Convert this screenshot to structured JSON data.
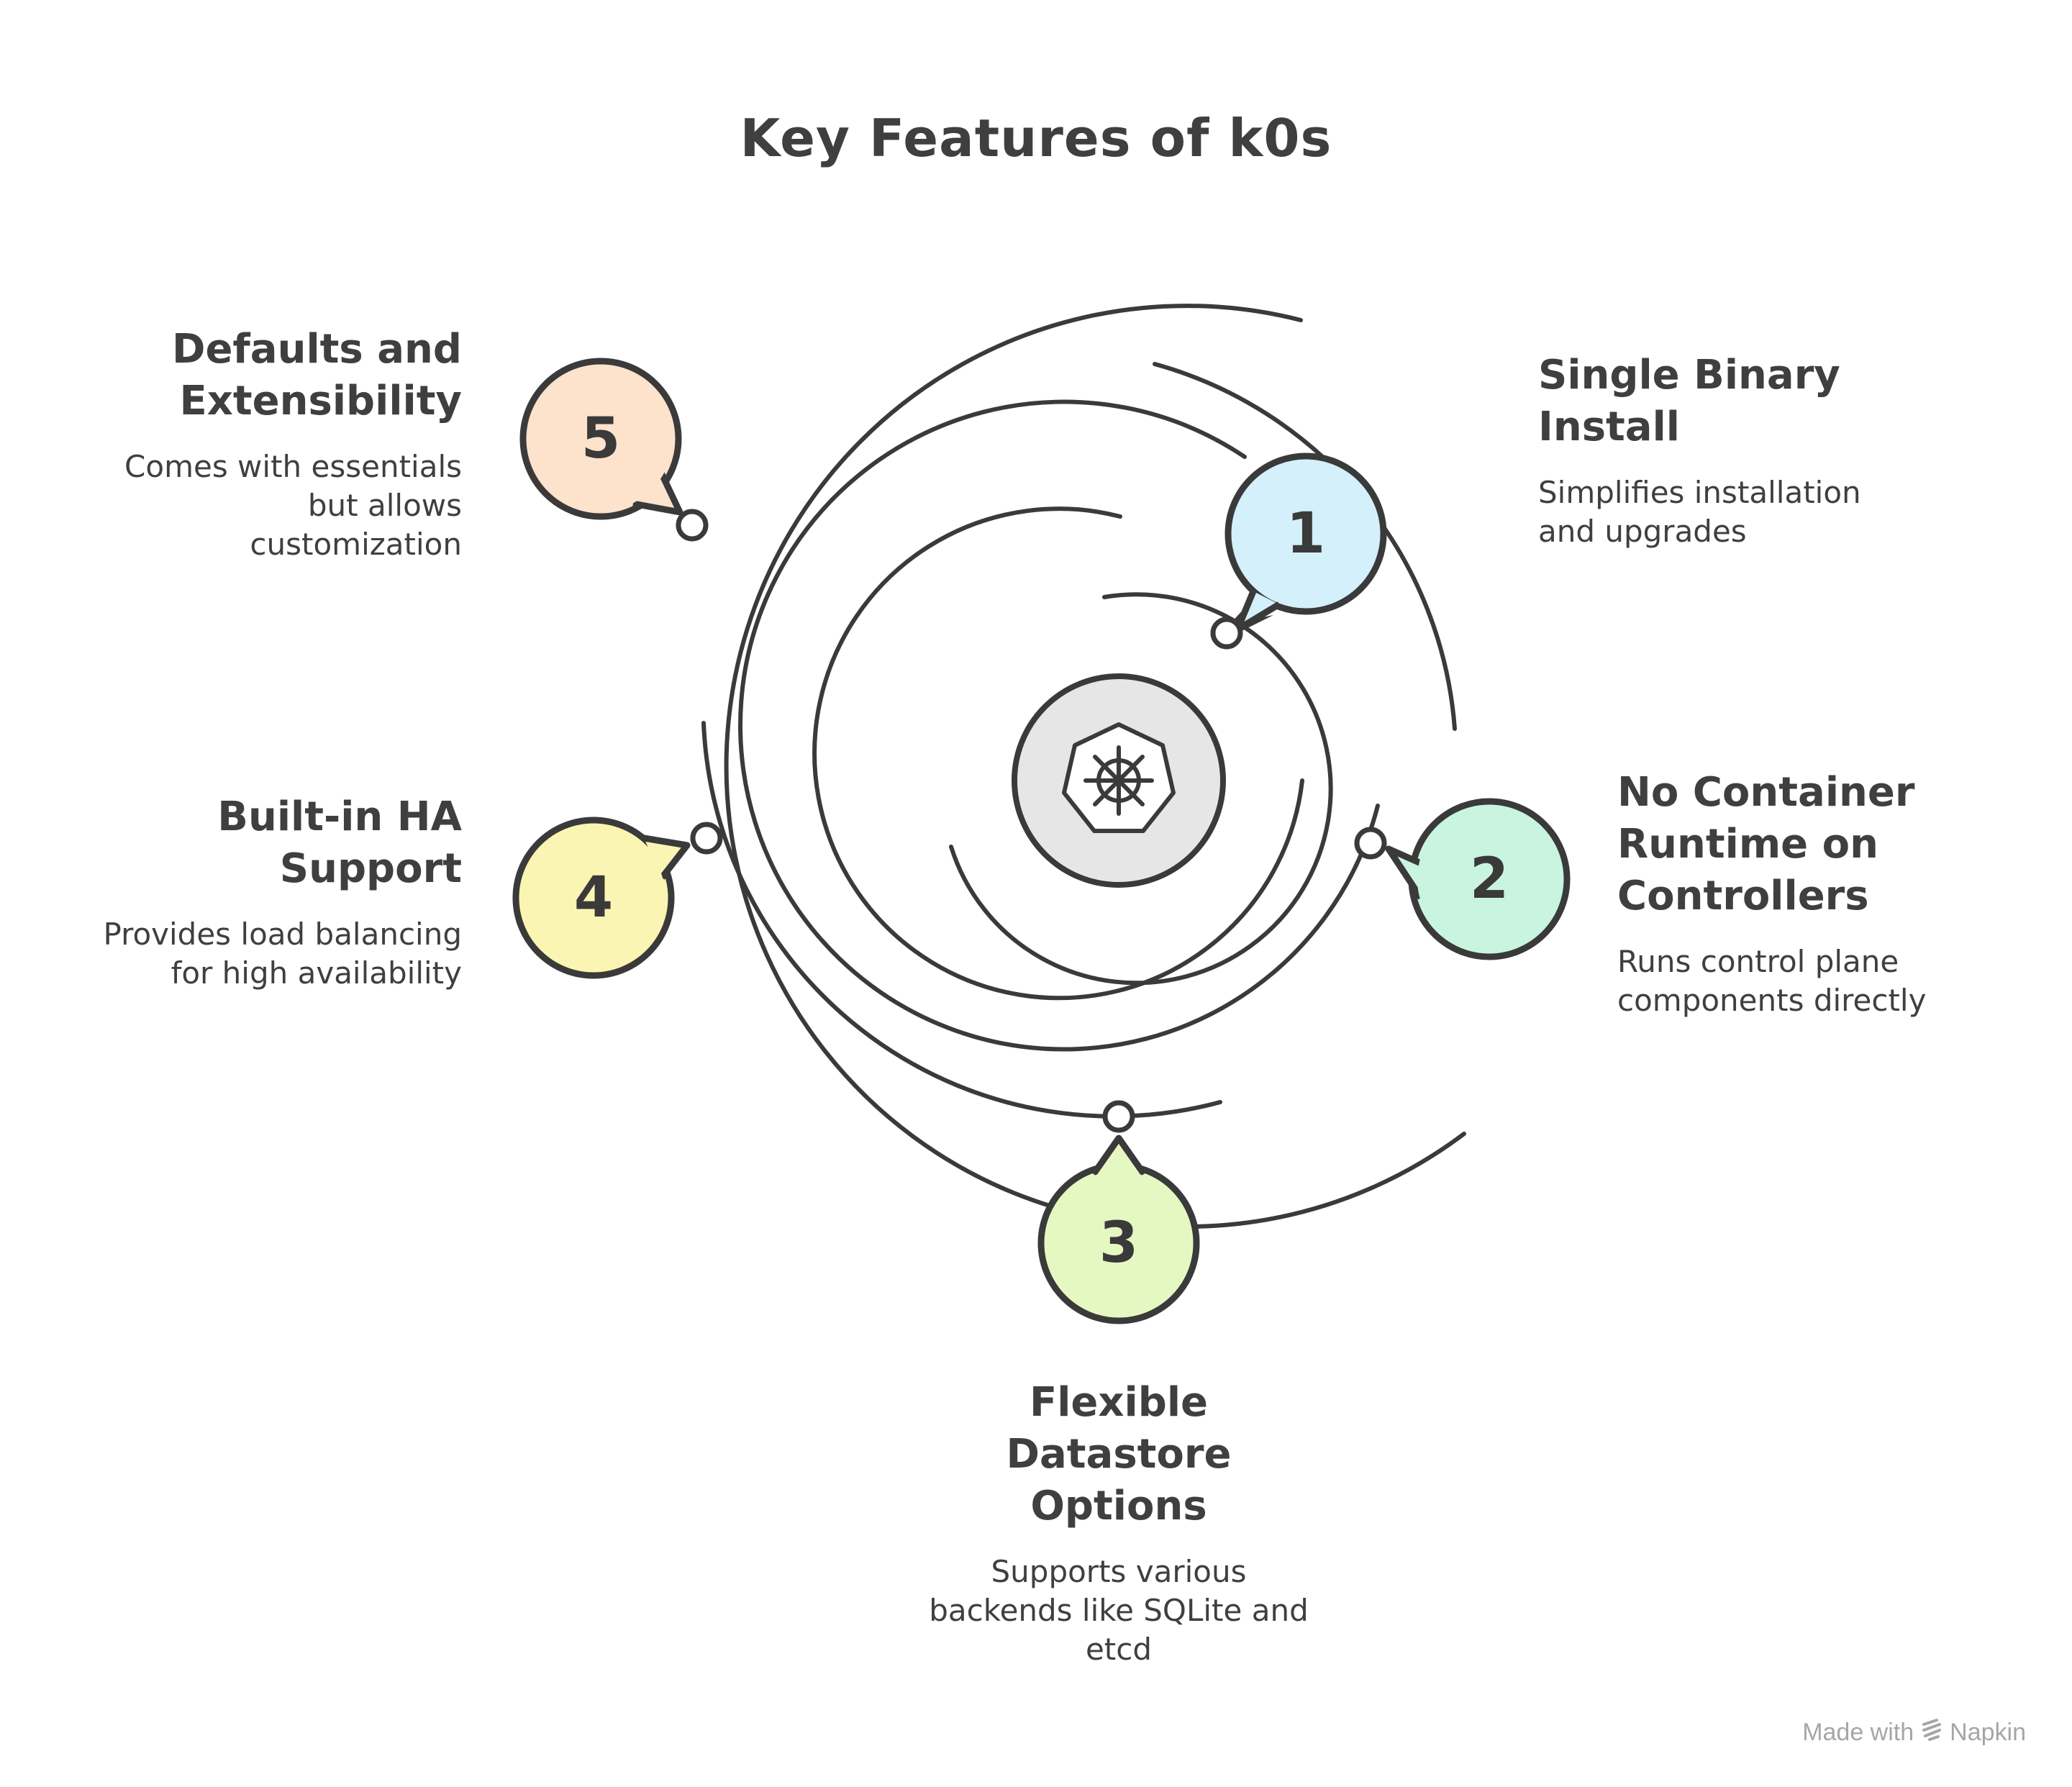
{
  "title": "Key Features of k0s",
  "colors": {
    "stroke": "#3a3a3a",
    "center_fill": "#e6e6e6",
    "badge_1": "#d4f0fb",
    "badge_2": "#c9f5e0",
    "badge_3": "#e6f8c2",
    "badge_4": "#fbf5b3",
    "badge_5": "#fde2cc"
  },
  "center": {
    "icon": "kubernetes-helm-icon"
  },
  "features": [
    {
      "number": "1",
      "heading_lines": [
        "Single Binary",
        "Install"
      ],
      "desc_lines": [
        "Simplifies installation",
        "and upgrades"
      ]
    },
    {
      "number": "2",
      "heading_lines": [
        "No Container",
        "Runtime on",
        "Controllers"
      ],
      "desc_lines": [
        "Runs control plane",
        "components directly"
      ]
    },
    {
      "number": "3",
      "heading_lines": [
        "Flexible",
        "Datastore",
        "Options"
      ],
      "desc_lines": [
        "Supports various",
        "backends like SQLite and",
        "etcd"
      ]
    },
    {
      "number": "4",
      "heading_lines": [
        "Built-in HA",
        "Support"
      ],
      "desc_lines": [
        "Provides load balancing",
        "for high availability"
      ]
    },
    {
      "number": "5",
      "heading_lines": [
        "Defaults and",
        "Extensibility"
      ],
      "desc_lines": [
        "Comes with essentials",
        "but allows",
        "customization"
      ]
    }
  ],
  "footer": {
    "made_with": "Made with",
    "brand": "Napkin",
    "brand_icon": "napkin-logo-icon"
  }
}
